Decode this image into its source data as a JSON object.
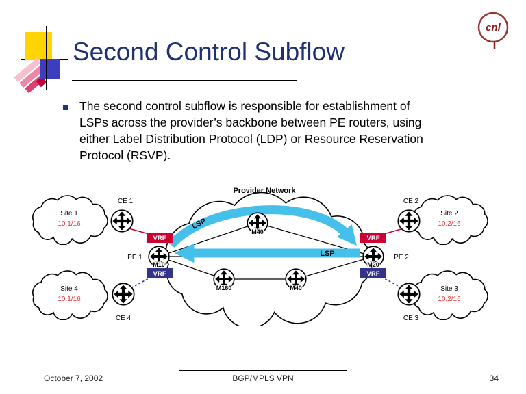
{
  "slide": {
    "title": "Second Control Subflow",
    "bullet_lines": [
      "The second control subflow is responsible for establishment of",
      "LSPs across the provider’s backbone between PE routers, using",
      "either Label Distribution Protocol (LDP) or Resource Reservation",
      "Protocol (RSVP)."
    ],
    "logo_text": "cnl",
    "footer": {
      "date": "October 7, 2002",
      "center": "BGP/MPLS VPN",
      "page_number": "34"
    }
  },
  "diagram": {
    "provider_network_label": "Provider Network",
    "lsp_top_label": "LSP",
    "lsp_bottom_label": "LSP",
    "vrf_label": "VRF",
    "pe": [
      {
        "label": "PE 1",
        "router": "M10"
      },
      {
        "label": "PE 2",
        "router": "M20"
      }
    ],
    "core_routers": [
      "M40",
      "M160",
      "M40"
    ],
    "ce": [
      {
        "label": "CE 1"
      },
      {
        "label": "CE 2"
      },
      {
        "label": "CE 3"
      },
      {
        "label": "CE 4"
      }
    ],
    "sites": [
      {
        "name": "Site 1",
        "address": "10.1/16"
      },
      {
        "name": "Site 2",
        "address": "10.2/16"
      },
      {
        "name": "Site 3",
        "address": "10.2/16"
      },
      {
        "name": "Site 4",
        "address": "10.1/16"
      }
    ],
    "colors": {
      "vrf_red": "#cc0033",
      "vrf_blue": "#333388",
      "lsp_arrow": "#45c0ea",
      "site_address_red": "#e83030",
      "title_navy": "#1f3170"
    }
  }
}
